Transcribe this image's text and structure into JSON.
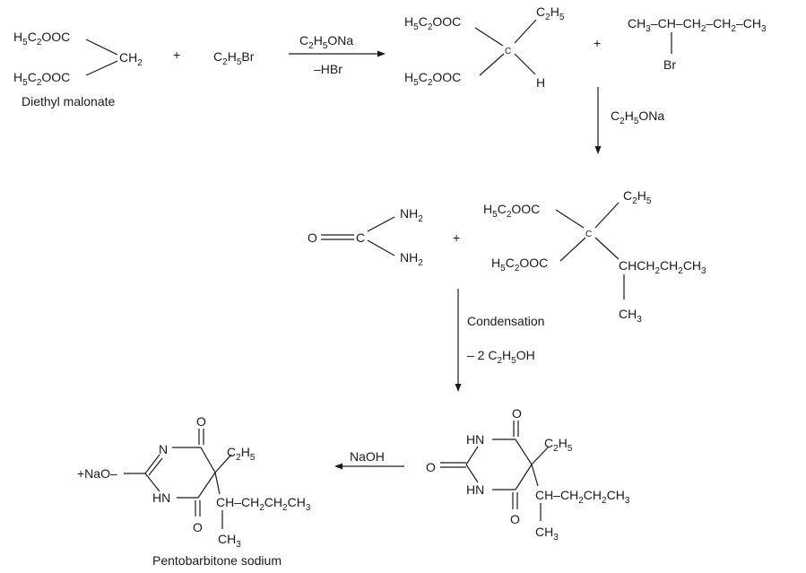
{
  "step1": {
    "malonate_top_pre": "H",
    "malonate_top_sub1": "5",
    "malonate_top_mid": "C",
    "malonate_top_sub2": "2",
    "malonate_top_post": "OOC",
    "malonate_bot_pre": "H",
    "malonate_bot_sub1": "5",
    "malonate_bot_mid": "C",
    "malonate_bot_sub2": "2",
    "malonate_bot_post": "OOC",
    "malonate_ch": "CH",
    "malonate_ch_sub": "2",
    "malonate_name": "Diethyl malonate",
    "plus1": "+",
    "etbr_pre": "C",
    "etbr_sub1": "2",
    "etbr_mid": "H",
    "etbr_sub2": "5",
    "etbr_post": "Br",
    "arrow_reagent_pre": "C",
    "arrow_reagent_sub1": "2",
    "arrow_reagent_mid": "H",
    "arrow_reagent_sub2": "5",
    "arrow_reagent_post": "ONa",
    "arrow_byproduct": "–HBr"
  },
  "intermediate1": {
    "top_ester": {
      "pre": "H",
      "s1": "5",
      "mid": "C",
      "s2": "2",
      "post": "OOC"
    },
    "bot_ester": {
      "pre": "H",
      "s1": "5",
      "mid": "C",
      "s2": "2",
      "post": "OOC"
    },
    "center": "C",
    "ethyl": {
      "pre": "C",
      "s1": "2",
      "mid": "H",
      "s2": "5"
    },
    "hydrogen": "H",
    "plus2": "+",
    "bromopentane_chain": "CH–CH–CH–CH–CH",
    "bromopentane_subs": [
      "3",
      "2",
      "2",
      "3"
    ],
    "bromopentane_br": "Br"
  },
  "step2_reagent": {
    "pre": "C",
    "s1": "2",
    "mid": "H",
    "s2": "5",
    "post": "ONa"
  },
  "intermediate2": {
    "urea_o": "O",
    "urea_c": "C",
    "urea_nh_top": "NH",
    "urea_nh_top_sub": "2",
    "urea_nh_bot": "NH",
    "urea_nh_bot_sub": "2",
    "plus3": "+",
    "top_ester": {
      "pre": "H",
      "s1": "5",
      "mid": "C",
      "s2": "2",
      "post": "OOC"
    },
    "bot_ester": {
      "pre": "H",
      "s1": "5",
      "mid": "C",
      "s2": "2",
      "post": "OOC"
    },
    "center": "C",
    "ethyl": {
      "pre": "C",
      "s1": "2",
      "mid": "H",
      "s2": "5"
    },
    "side_chain_pre": "CHCH",
    "side_chain_s1": "2",
    "side_chain_mid": "CH",
    "side_chain_s2": "2",
    "side_chain_mid2": "CH",
    "side_chain_s3": "3",
    "methyl_pre": "CH",
    "methyl_sub": "3"
  },
  "step3": {
    "label": "Condensation",
    "byproduct_pre": "– 2 C",
    "byproduct_s1": "2",
    "byproduct_mid": "H",
    "byproduct_s2": "5",
    "byproduct_post": "OH"
  },
  "barbiturate": {
    "o_top": "O",
    "o_left": "O",
    "o_bot": "O",
    "hn_top": "HN",
    "hn_bot": "HN",
    "ethyl": {
      "pre": "C",
      "s1": "2",
      "mid": "H",
      "s2": "5"
    },
    "side_chain_pre": "CH–CH",
    "side_chain_s1": "2",
    "side_chain_mid": "CH",
    "side_chain_s2": "2",
    "side_chain_mid2": "CH",
    "side_chain_s3": "3",
    "methyl_pre": "CH",
    "methyl_sub": "3"
  },
  "step4": {
    "reagent": "NaOH"
  },
  "product": {
    "o_top": "O",
    "o_bot": "O",
    "n_ring": "N",
    "hn_ring": "HN",
    "nao": "+NaO–",
    "ethyl": {
      "pre": "C",
      "s1": "2",
      "mid": "H",
      "s2": "5"
    },
    "side_chain_pre": "CH–CH",
    "side_chain_s1": "2",
    "side_chain_mid": "CH",
    "side_chain_s2": "2",
    "side_chain_mid2": "CH",
    "side_chain_s3": "3",
    "methyl_pre": "CH",
    "methyl_sub": "3",
    "name": "Pentobarbitone sodium"
  }
}
